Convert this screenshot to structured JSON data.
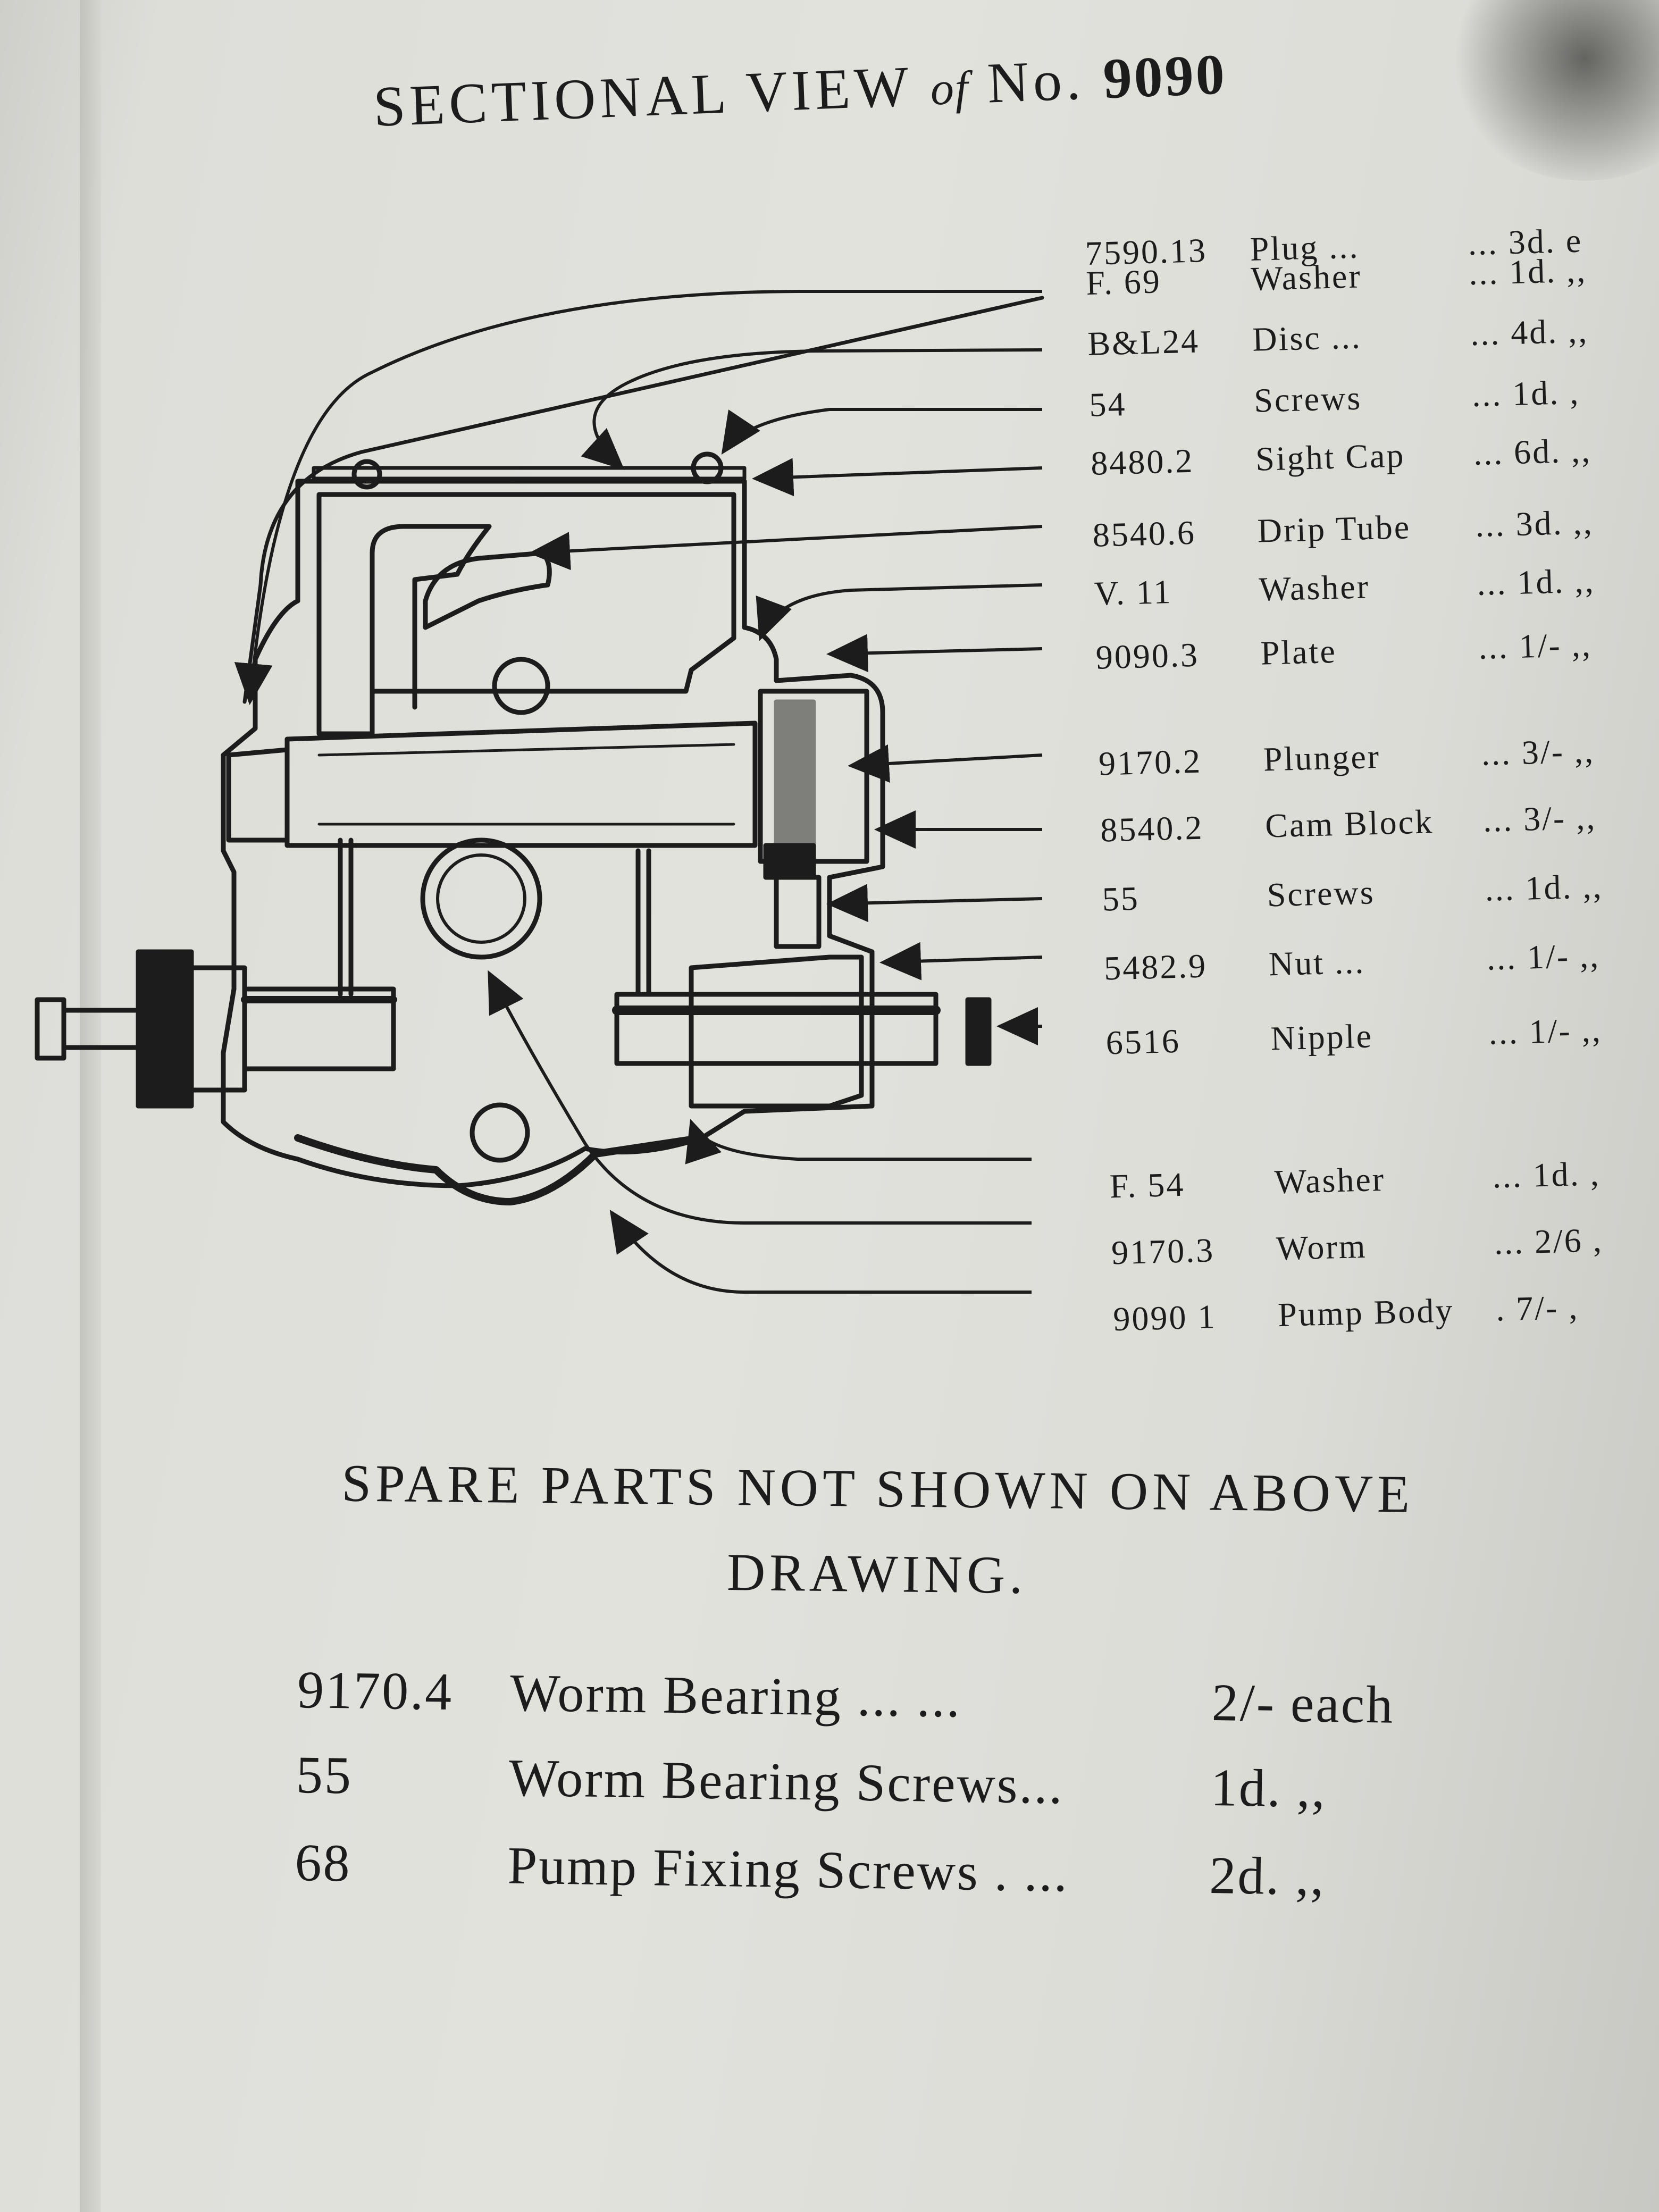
{
  "title": {
    "prefix": "SECTIONAL VIEW",
    "of": "of",
    "no": "No.",
    "number": "9090"
  },
  "parts": [
    {
      "no": "7590.13",
      "name": "Plug ...",
      "price": "... 3d. e"
    },
    {
      "no": "F. 69",
      "name": "Washer",
      "price": "... 1d. ,,"
    },
    {
      "no": "B&L24",
      "name": "Disc ...",
      "price": "... 4d. ,,"
    },
    {
      "no": "54",
      "name": "Screws",
      "price": "... 1d. ,"
    },
    {
      "no": "8480.2",
      "name": "Sight Cap",
      "price": "... 6d. ,,"
    },
    {
      "no": "8540.6",
      "name": "Drip Tube",
      "price": "... 3d. ,,"
    },
    {
      "no": "V. 11",
      "name": "Washer",
      "price": "... 1d. ,,"
    },
    {
      "no": "9090.3",
      "name": "Plate",
      "price": "... 1/- ,,"
    },
    {
      "no": "9170.2",
      "name": "Plunger",
      "price": "... 3/- ,,"
    },
    {
      "no": "8540.2",
      "name": "Cam Block",
      "price": "... 3/- ,,"
    },
    {
      "no": "55",
      "name": "Screws",
      "price": "... 1d. ,,"
    },
    {
      "no": "5482.9",
      "name": "Nut ...",
      "price": "... 1/- ,,"
    },
    {
      "no": "6516",
      "name": "Nipple",
      "price": "... 1/- ,,"
    },
    {
      "no": "F. 54",
      "name": "Washer",
      "price": "... 1d. ,"
    },
    {
      "no": "9170.3",
      "name": "Worm",
      "price": "... 2/6 ,"
    },
    {
      "no": "9090 1",
      "name": "Pump Body",
      "price": ". 7/- ,"
    }
  ],
  "spare_heading": {
    "line1": "SPARE PARTS NOT SHOWN ON ABOVE",
    "line2": "DRAWING."
  },
  "spare_parts": [
    {
      "no": "9170.4",
      "name": "Worm Bearing ... ...",
      "price": "2/- each"
    },
    {
      "no": "55",
      "name": "Worm Bearing Screws...",
      "price": "1d. ,,"
    },
    {
      "no": "68",
      "name": "Pump Fixing Screws . ...",
      "price": "2d. ,,"
    }
  ],
  "colors": {
    "paper": "#e0e0db",
    "ink": "#1c1c1c"
  }
}
